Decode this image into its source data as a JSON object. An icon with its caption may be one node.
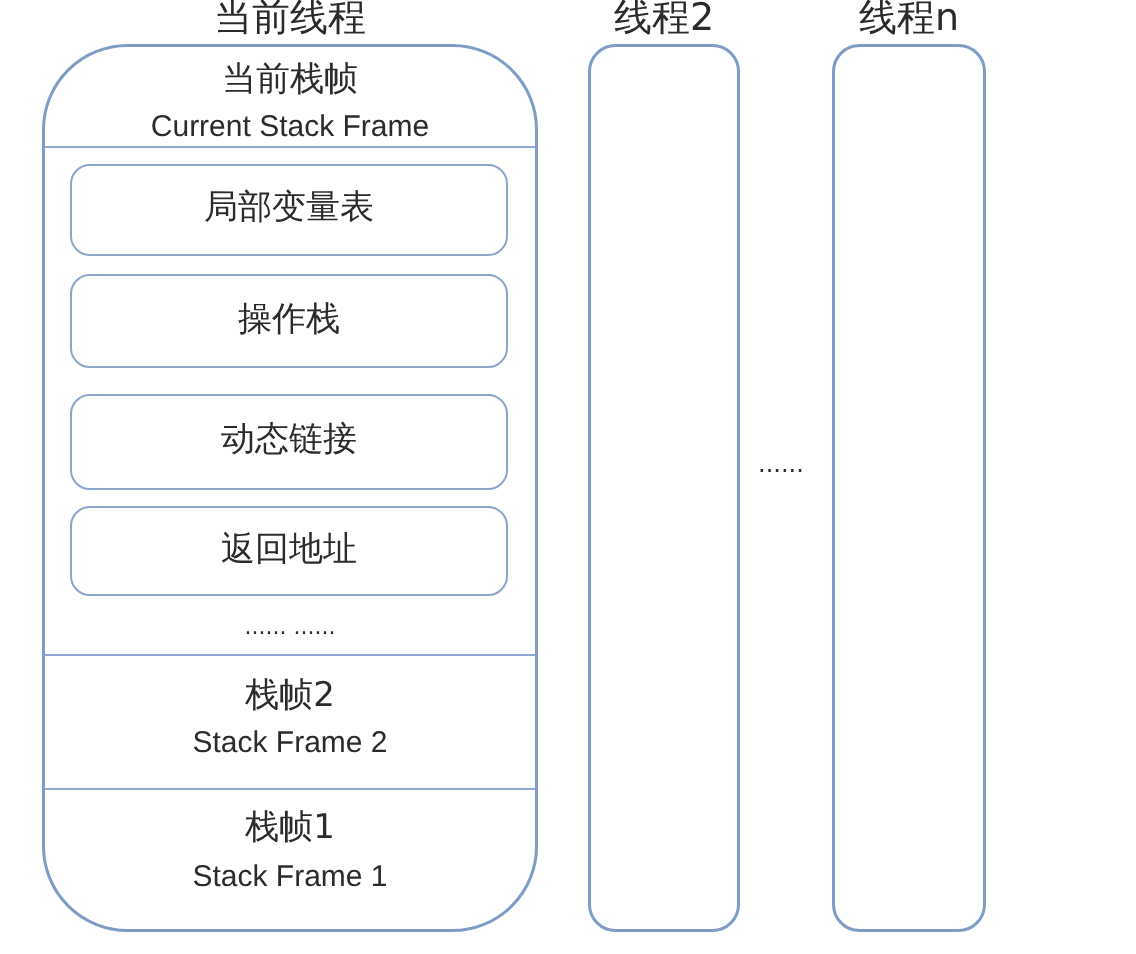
{
  "diagram": {
    "nodes": [
      {
        "text": [
          "当前线程"
        ]
      },
      {
        "text": [
          "当前栈帧",
          "Current Stack Frame",
          "...... ......"
        ],
        "in": 0
      },
      {
        "text": [
          "局部变量表"
        ],
        "in": 1
      },
      {
        "text": [
          "操作栈"
        ],
        "in": 1
      },
      {
        "text": [
          "动态链接"
        ],
        "in": 1
      },
      {
        "text": [
          "返回地址"
        ],
        "in": 1
      },
      {
        "text": [
          "栈帧2",
          "Stack Frame 2"
        ],
        "in": 0
      },
      {
        "text": [
          "栈帧1",
          "Stack Frame 1"
        ],
        "in": 0
      },
      {
        "text": [
          "线程2"
        ]
      },
      {
        "text": [
          "线程n"
        ]
      }
    ],
    "labels": [
      "......"
    ]
  }
}
